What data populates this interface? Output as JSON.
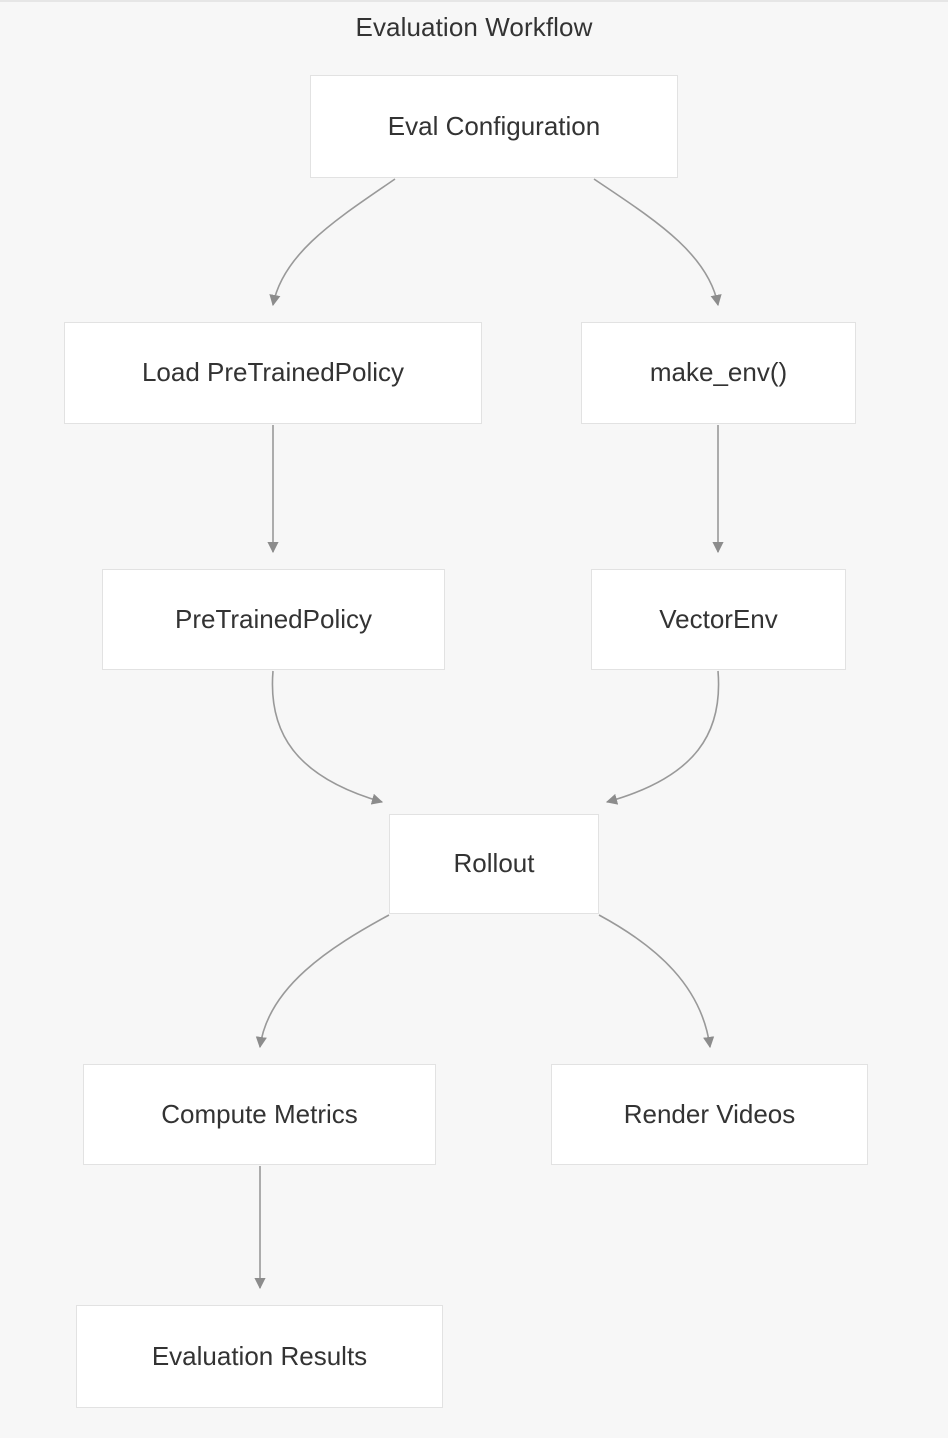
{
  "diagram": {
    "title": "Evaluation Workflow",
    "type": "flowchart",
    "direction": "top-down",
    "colors": {
      "background": "#f7f7f7",
      "node_fill": "#ffffff",
      "node_border": "#e2e2e2",
      "text": "#333333",
      "edge_line": "#999999",
      "arrowhead": "#8c8c8c"
    },
    "nodes": [
      {
        "id": "eval-configuration",
        "label": "Eval Configuration"
      },
      {
        "id": "load-pretrainedpolicy",
        "label": "Load PreTrainedPolicy"
      },
      {
        "id": "make-env",
        "label": "make_env()"
      },
      {
        "id": "pretrainedpolicy",
        "label": "PreTrainedPolicy"
      },
      {
        "id": "vectorenv",
        "label": "VectorEnv"
      },
      {
        "id": "rollout",
        "label": "Rollout"
      },
      {
        "id": "compute-metrics",
        "label": "Compute Metrics"
      },
      {
        "id": "render-videos",
        "label": "Render Videos"
      },
      {
        "id": "evaluation-results",
        "label": "Evaluation Results"
      }
    ],
    "edges": [
      {
        "from": "eval-configuration",
        "to": "load-pretrainedpolicy",
        "label": ""
      },
      {
        "from": "eval-configuration",
        "to": "make-env",
        "label": ""
      },
      {
        "from": "load-pretrainedpolicy",
        "to": "pretrainedpolicy",
        "label": ""
      },
      {
        "from": "make-env",
        "to": "vectorenv",
        "label": ""
      },
      {
        "from": "pretrainedpolicy",
        "to": "rollout",
        "label": ""
      },
      {
        "from": "vectorenv",
        "to": "rollout",
        "label": ""
      },
      {
        "from": "rollout",
        "to": "compute-metrics",
        "label": ""
      },
      {
        "from": "rollout",
        "to": "render-videos",
        "label": ""
      },
      {
        "from": "compute-metrics",
        "to": "evaluation-results",
        "label": ""
      }
    ]
  }
}
